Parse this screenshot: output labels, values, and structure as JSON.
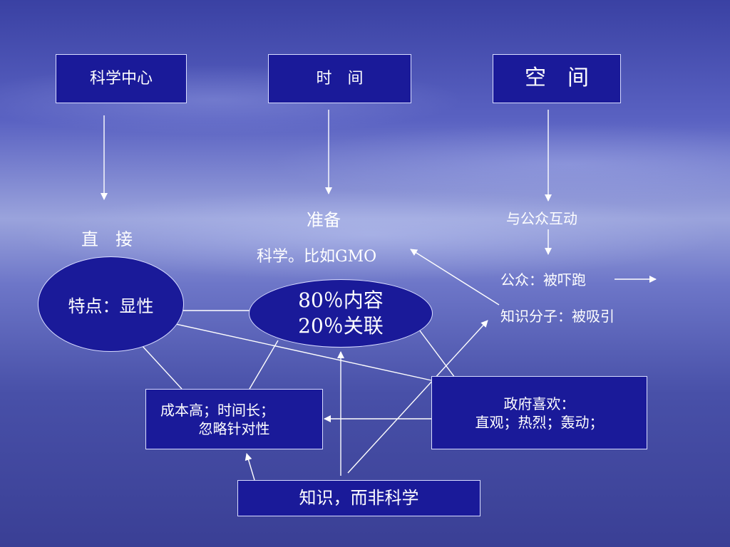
{
  "top_boxes": {
    "science_center": "科学中心",
    "time": "时　间",
    "space": "空　间"
  },
  "labels": {
    "direct": "直　接",
    "prepare": "准备",
    "science_gmo": "科学。比如GMO",
    "interact_public": "与公众互动",
    "public_scared": "公众：被吓跑",
    "intellectuals_attracted": "知识分子：被吸引"
  },
  "ellipses": {
    "feature": "特点：显性",
    "content_line1": "80％内容",
    "content_line2": "20％关联"
  },
  "bottom_boxes": {
    "cost_line1": "成本高；时间长；",
    "cost_line2": "忽略针对性",
    "gov_line1": "政府喜欢：",
    "gov_line2": "直观；热烈；轰动；",
    "knowledge": "知识，而非科学"
  }
}
